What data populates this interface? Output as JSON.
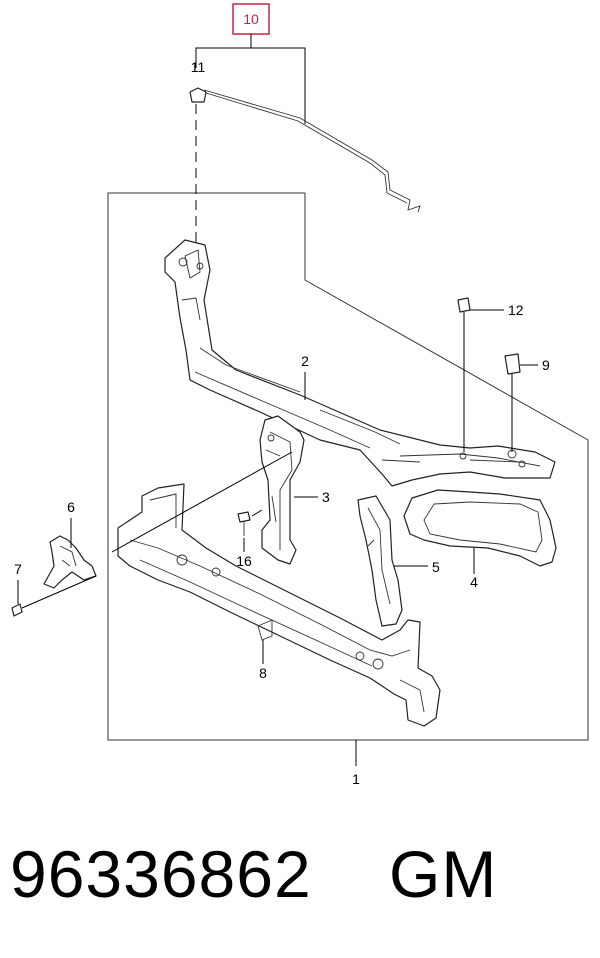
{
  "callouts": {
    "c1": "1",
    "c2": "2",
    "c3": "3",
    "c4": "4",
    "c5": "5",
    "c6": "6",
    "c7": "7",
    "c8": "8",
    "c9": "9",
    "c10": "10",
    "c11": "11",
    "c12": "12",
    "c16": "16"
  },
  "highlight_color": "#cc2244",
  "footer": {
    "part_code": "96336862    GM"
  }
}
